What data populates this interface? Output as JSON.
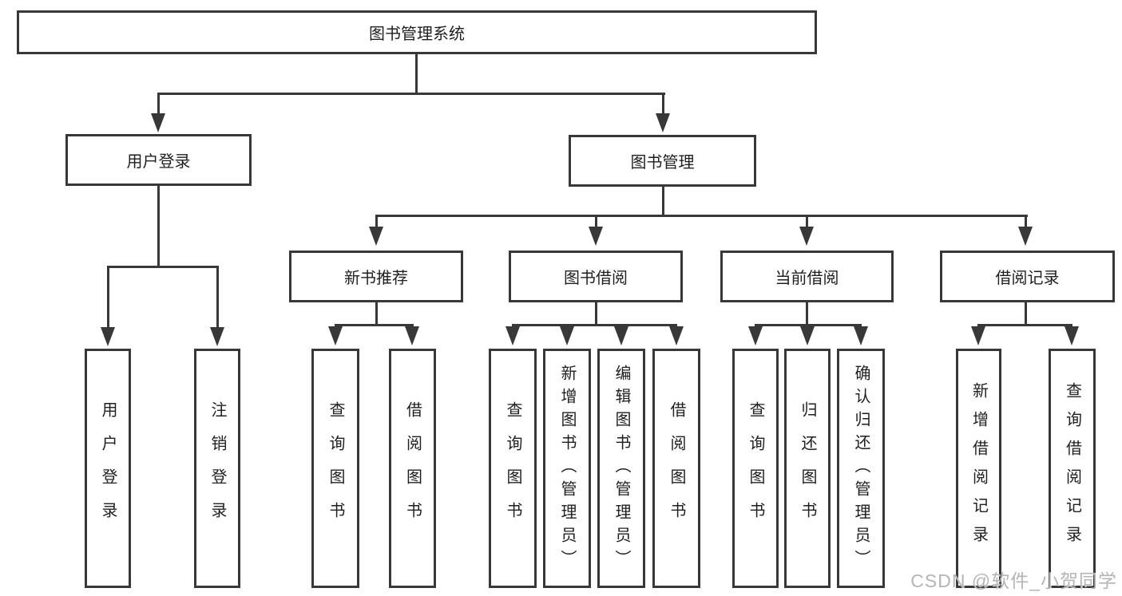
{
  "colors": {
    "line": "#383838",
    "text": "#1f1f1f",
    "background": "#ffffff",
    "watermark": "#b5b5b5"
  },
  "tree": {
    "root": {
      "label": "图书管理系统"
    },
    "branches": [
      {
        "label": "用户登录",
        "children": [
          {
            "label": "用户登录"
          },
          {
            "label": "注销登录"
          }
        ]
      },
      {
        "label": "图书管理",
        "children": [
          {
            "label": "新书推荐",
            "children": [
              {
                "label": "查询图书"
              },
              {
                "label": "借阅图书"
              }
            ]
          },
          {
            "label": "图书借阅",
            "children": [
              {
                "label": "查询图书"
              },
              {
                "label": "新增图书（管理员）"
              },
              {
                "label": "编辑图书（管理员）"
              },
              {
                "label": "借阅图书"
              }
            ]
          },
          {
            "label": "当前借阅",
            "children": [
              {
                "label": "查询图书"
              },
              {
                "label": "归还图书"
              },
              {
                "label": "确认归还（管理员）"
              }
            ]
          },
          {
            "label": "借阅记录",
            "children": [
              {
                "label": "新增借阅记录"
              },
              {
                "label": "查询借阅记录"
              }
            ]
          }
        ]
      }
    ]
  },
  "watermark": {
    "text": "CSDN @软件_小贺同学"
  }
}
